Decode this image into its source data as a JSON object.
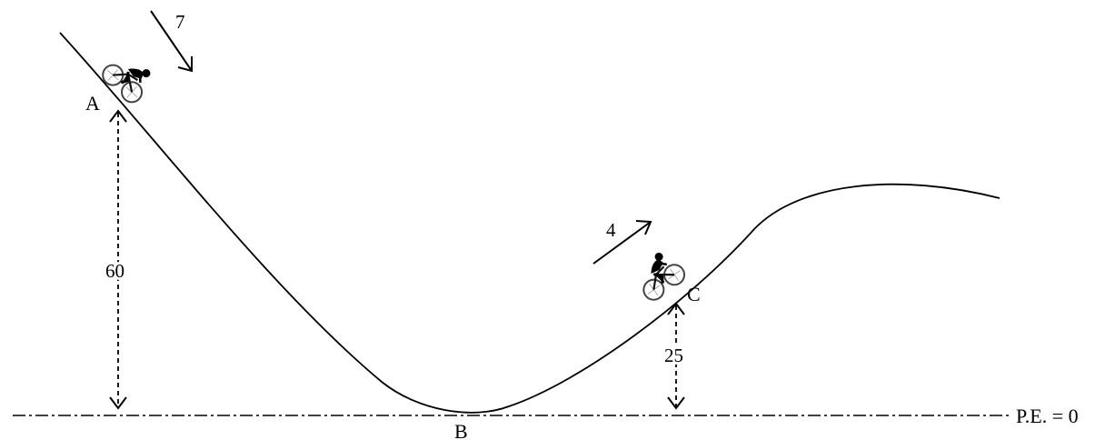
{
  "points": {
    "a_label": "A",
    "b_label": "B",
    "c_label": "C"
  },
  "heights": {
    "a_label": "60",
    "c_label": "25"
  },
  "speeds": {
    "a_label": "7",
    "c_label": "4"
  },
  "reference": {
    "label": "P.E. = 0"
  },
  "icons": {
    "rider_a": "cyclist-icon",
    "rider_c": "cyclist-icon"
  }
}
